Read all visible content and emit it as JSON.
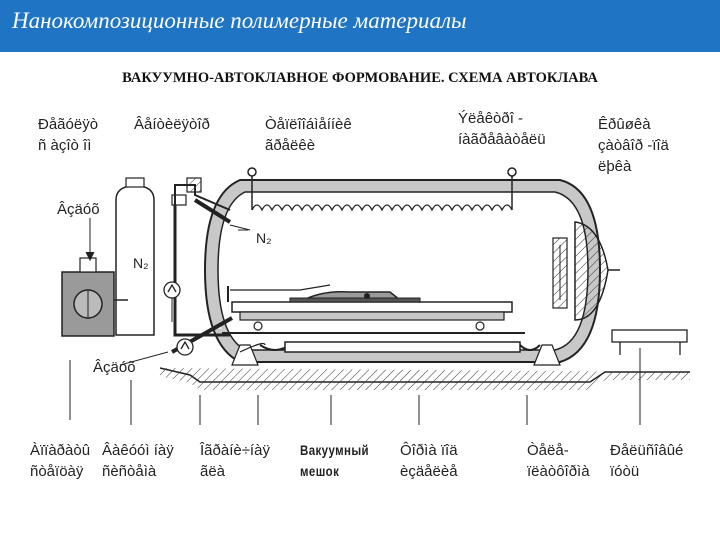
{
  "header": {
    "title": "Нанокомпозиционные полимерные материалы"
  },
  "subtitle": "ВАКУУМНО-АВТОКЛАВНОЕ ФОРМОВАНИЕ. СХЕМА АВТОКЛАВА",
  "labels": {
    "top1": [
      "Ðåãóëÿò",
      "ñ àçîò îì"
    ],
    "top2": "Âåíòèëÿòîð",
    "top3": [
      "Òåïëîîáìåííèê",
      "ãðåëêè"
    ],
    "top4": [
      "Ýëåêòðî -",
      "íàãðåâàòåëü"
    ],
    "top5": [
      "Êðûøêà",
      "çàòâîð -ïîä",
      "ëþêà"
    ],
    "left1": "Âçäóõ",
    "left2": "Âçäóõ",
    "bottom1": [
      "Àïïàðàòû",
      "ñòåïöàÿ"
    ],
    "bottom2": [
      "Âàêóóì íàÿ",
      "ñèñòåìà"
    ],
    "bottom3": [
      "Îãðàíè÷íàÿ",
      "ãëà"
    ],
    "bottom4": [
      "Вакуумный",
      "мешок"
    ],
    "bottom5": [
      "Ôîðìà ïîä",
      "èçäåëèå"
    ],
    "bottom6": [
      "Òåëå-",
      "ïëàòôîðìà"
    ],
    "bottom7": [
      "Ðåëüñîâûé",
      "ïóòü"
    ],
    "n2_tank": "N₂",
    "n2_inner": "N₂"
  },
  "colors": {
    "header_bg": "#1f74c4",
    "line": "#222222",
    "fill_light": "#c8c8c8",
    "fill_mid": "#9a9a9a",
    "fill_dark": "#555555"
  }
}
